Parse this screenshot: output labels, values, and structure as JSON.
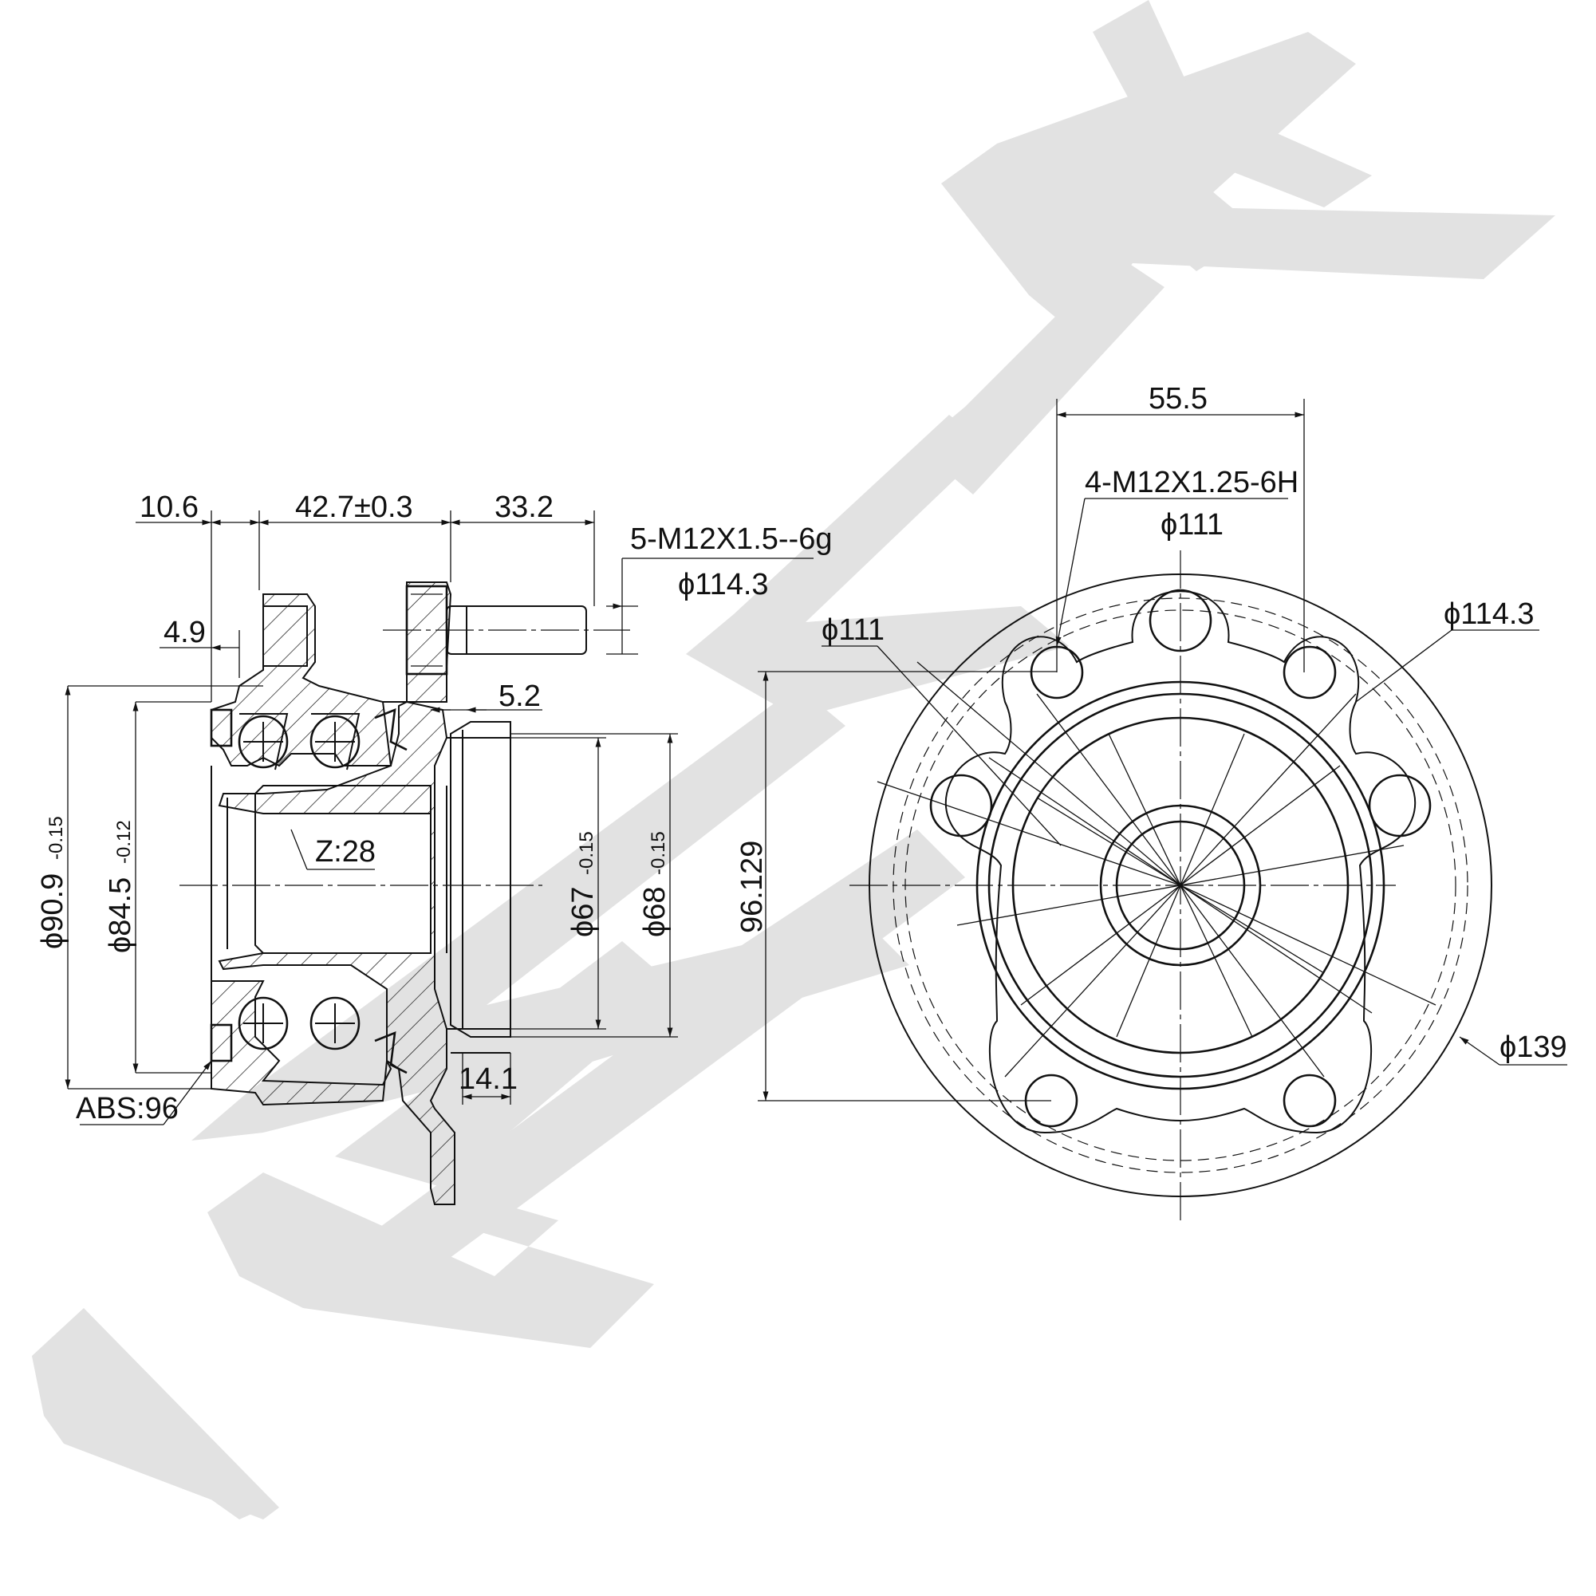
{
  "watermark": {
    "text": "ZENWEK",
    "color": "#e2e2e2"
  },
  "side_view": {
    "dim_top_1": "10.6",
    "dim_top_2": "42.7±0.3",
    "dim_top_3": "33.2",
    "stud_thread": "5-M12X1.5--6g",
    "stud_pcd": "ϕ114.3",
    "dim_4_9": "4.9",
    "dim_5_2": "5.2",
    "teeth": "Z:28",
    "dim_14_1": "14.1",
    "abs": "ABS:96",
    "dia_90_main": "ϕ90.9",
    "dia_90_tol": "-0.15",
    "dia_84_main": "ϕ84.5",
    "dia_84_tol": "-0.12",
    "dia_67_main": "ϕ67",
    "dia_67_tol": "-0.15",
    "dia_68_main": "ϕ68",
    "dia_68_tol": "-0.15"
  },
  "front_view": {
    "dim_55_5": "55.5",
    "mount_thread": "4-M12X1.25-6H",
    "mount_pcd_top": "ϕ111",
    "dia_111_left": "ϕ111",
    "dia_114_right": "ϕ114.3",
    "dia_139": "ϕ139",
    "height": "96.129"
  }
}
